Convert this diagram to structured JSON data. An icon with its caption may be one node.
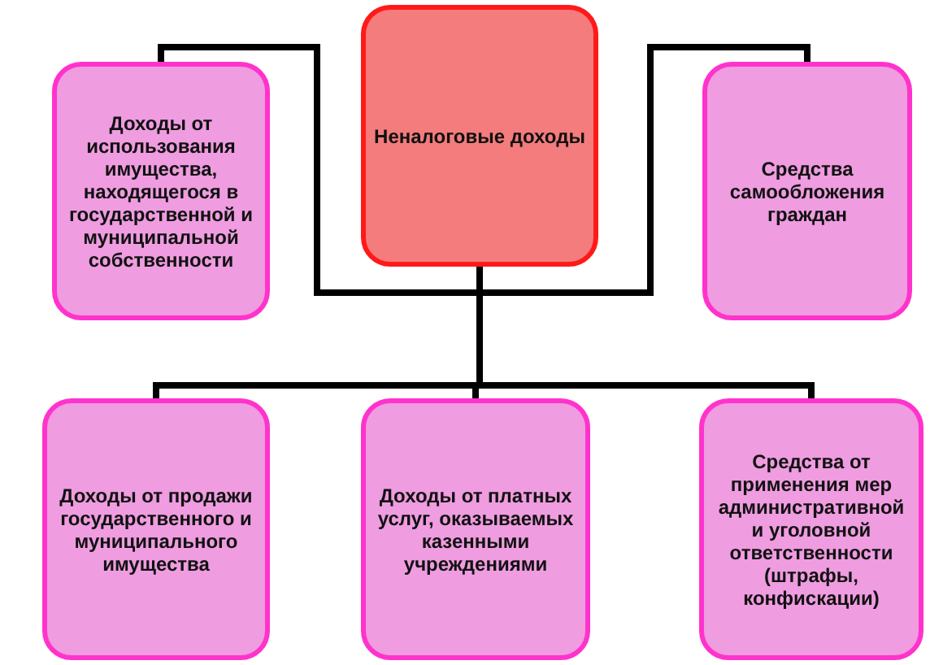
{
  "diagram": {
    "nodes": [
      {
        "text": [
          "Неналоговые доходы"
        ]
      },
      {
        "text": [
          "Доходы от использования имущества, находящегося в государственной и муниципальной собственности"
        ]
      },
      {
        "text": [
          "Средства самообложения граждан"
        ]
      },
      {
        "text": [
          "Доходы от продажи государственного и муниципального имущества"
        ]
      },
      {
        "text": [
          "Доходы от платных услуг, оказываемых казенными учреждениями"
        ]
      },
      {
        "text": [
          "Средства от применения мер административной и уголовной ответственности (штрафы, конфискации)"
        ]
      }
    ],
    "edges": [
      {
        "from": 0,
        "to": 1,
        "arrow": "none"
      },
      {
        "from": 0,
        "to": 2,
        "arrow": "none"
      },
      {
        "from": 0,
        "to": 3,
        "arrow": "none"
      },
      {
        "from": 0,
        "to": 4,
        "arrow": "none"
      },
      {
        "from": 0,
        "to": 5,
        "arrow": "none"
      }
    ]
  }
}
